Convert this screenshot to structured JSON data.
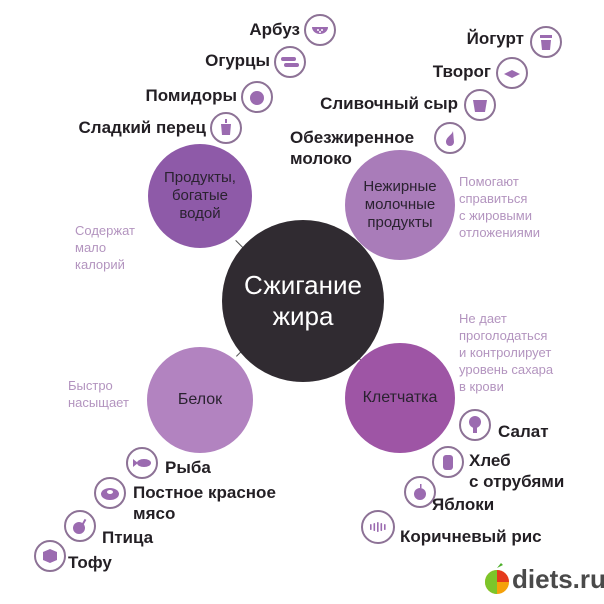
{
  "center": {
    "line1": "Сжигание",
    "line2": "жира"
  },
  "groups": {
    "water": {
      "line1": "Продукты,",
      "line2": "богатые",
      "line3": "водой",
      "note": [
        "Содержат",
        "мало",
        "калорий"
      ],
      "items": [
        "Арбуз",
        "Огурцы",
        "Помидоры",
        "Сладкий перец"
      ]
    },
    "dairy": {
      "line1": "Нежирные",
      "line2": "молочные",
      "line3": "продукты",
      "note": [
        "Помогают",
        "справиться",
        "с жировыми",
        "отложениями"
      ],
      "items": [
        "Йогурт",
        "Творог",
        "Сливочный сыр",
        "Обезжиренное",
        "молоко"
      ]
    },
    "protein": {
      "line1": "Белок",
      "note": [
        "Быстро",
        "насыщает"
      ],
      "items": [
        "Рыба",
        "Постное красное",
        "мясо",
        "Птица",
        "Тофу"
      ]
    },
    "fiber": {
      "line1": "Клетчатка",
      "note": [
        "Не дает",
        "проголодаться",
        "и контролирует",
        "уровень сахара",
        "в крови"
      ],
      "items": [
        "Салат",
        "Хлеб",
        "с отрубями",
        "Яблоки",
        "Коричневый рис"
      ]
    }
  },
  "logo": {
    "text": "diets.ru"
  },
  "colors": {
    "center": "#302b31",
    "water": "#8e5aa8",
    "dairy": "#a97cb9",
    "protein": "#b283c0",
    "fiber": "#9e55a5",
    "icon": "#9b6bb0"
  }
}
